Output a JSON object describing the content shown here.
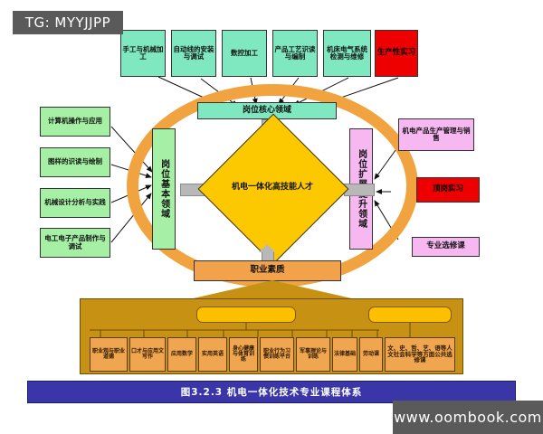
{
  "watermarks": {
    "top_left": "TG: MYYJJPP",
    "bottom_right": "www.oombook.com"
  },
  "caption": "图3.2.3  机电一体化技术专业课程体系",
  "center": {
    "core_label": "岗位核心领域",
    "diamond_label": "机电一体化高技能人才",
    "left_domain": "岗位基本领域",
    "right_domain": "岗位扩展提升领域",
    "quality_bar": "职业素质"
  },
  "top_courses": [
    {
      "label": "手工与机械加工",
      "color": "#7fe8c0"
    },
    {
      "label": "自动线的安装与调试",
      "color": "#7fe8c0"
    },
    {
      "label": "数控加工",
      "color": "#7fe8c0"
    },
    {
      "label": "产品工艺识读与编制",
      "color": "#7fe8c0"
    },
    {
      "label": "机床电气系统检测与维修",
      "color": "#7fe8c0"
    },
    {
      "label": "生产性实习",
      "color": "#ee0000"
    }
  ],
  "left_courses": [
    {
      "label": "计算机操作与应用",
      "color": "#a6f0a6"
    },
    {
      "label": "图样的识读与绘制",
      "color": "#a6f0a6"
    },
    {
      "label": "机械设计分析与实践",
      "color": "#a6f0a6"
    },
    {
      "label": "电工电子产品制作与调试",
      "color": "#a6f0a6"
    }
  ],
  "right_courses": [
    {
      "label": "机电产品生产管理与销售",
      "color": "#f7b8f2"
    },
    {
      "label": "顶岗实习",
      "color": "#ee0000"
    },
    {
      "label": "专业选修课",
      "color": "#f7b8f2"
    }
  ],
  "bottom_cells": [
    {
      "label": "职业观与职业道德"
    },
    {
      "label": "口才与应用文写作"
    },
    {
      "label": "应用数学"
    },
    {
      "label": "实用英语"
    },
    {
      "label": "身心健康与体育训练"
    },
    {
      "label": "职业行为习惯训练平台"
    },
    {
      "label": "军事理论与训练"
    },
    {
      "label": "法律基础"
    },
    {
      "label": "劳动课"
    },
    {
      "label": "文、史、哲、艺、语等人文社会科学等方面公共选修课"
    }
  ],
  "bottom_labels": [
    "",
    "",
    ""
  ],
  "colors": {
    "ring": "#f0a33f",
    "diamond": "#fcc900",
    "band": "#c79213",
    "cell": "#f0a550",
    "caption_bar": "#3b36a8",
    "watermark": "#5a5a5a"
  }
}
